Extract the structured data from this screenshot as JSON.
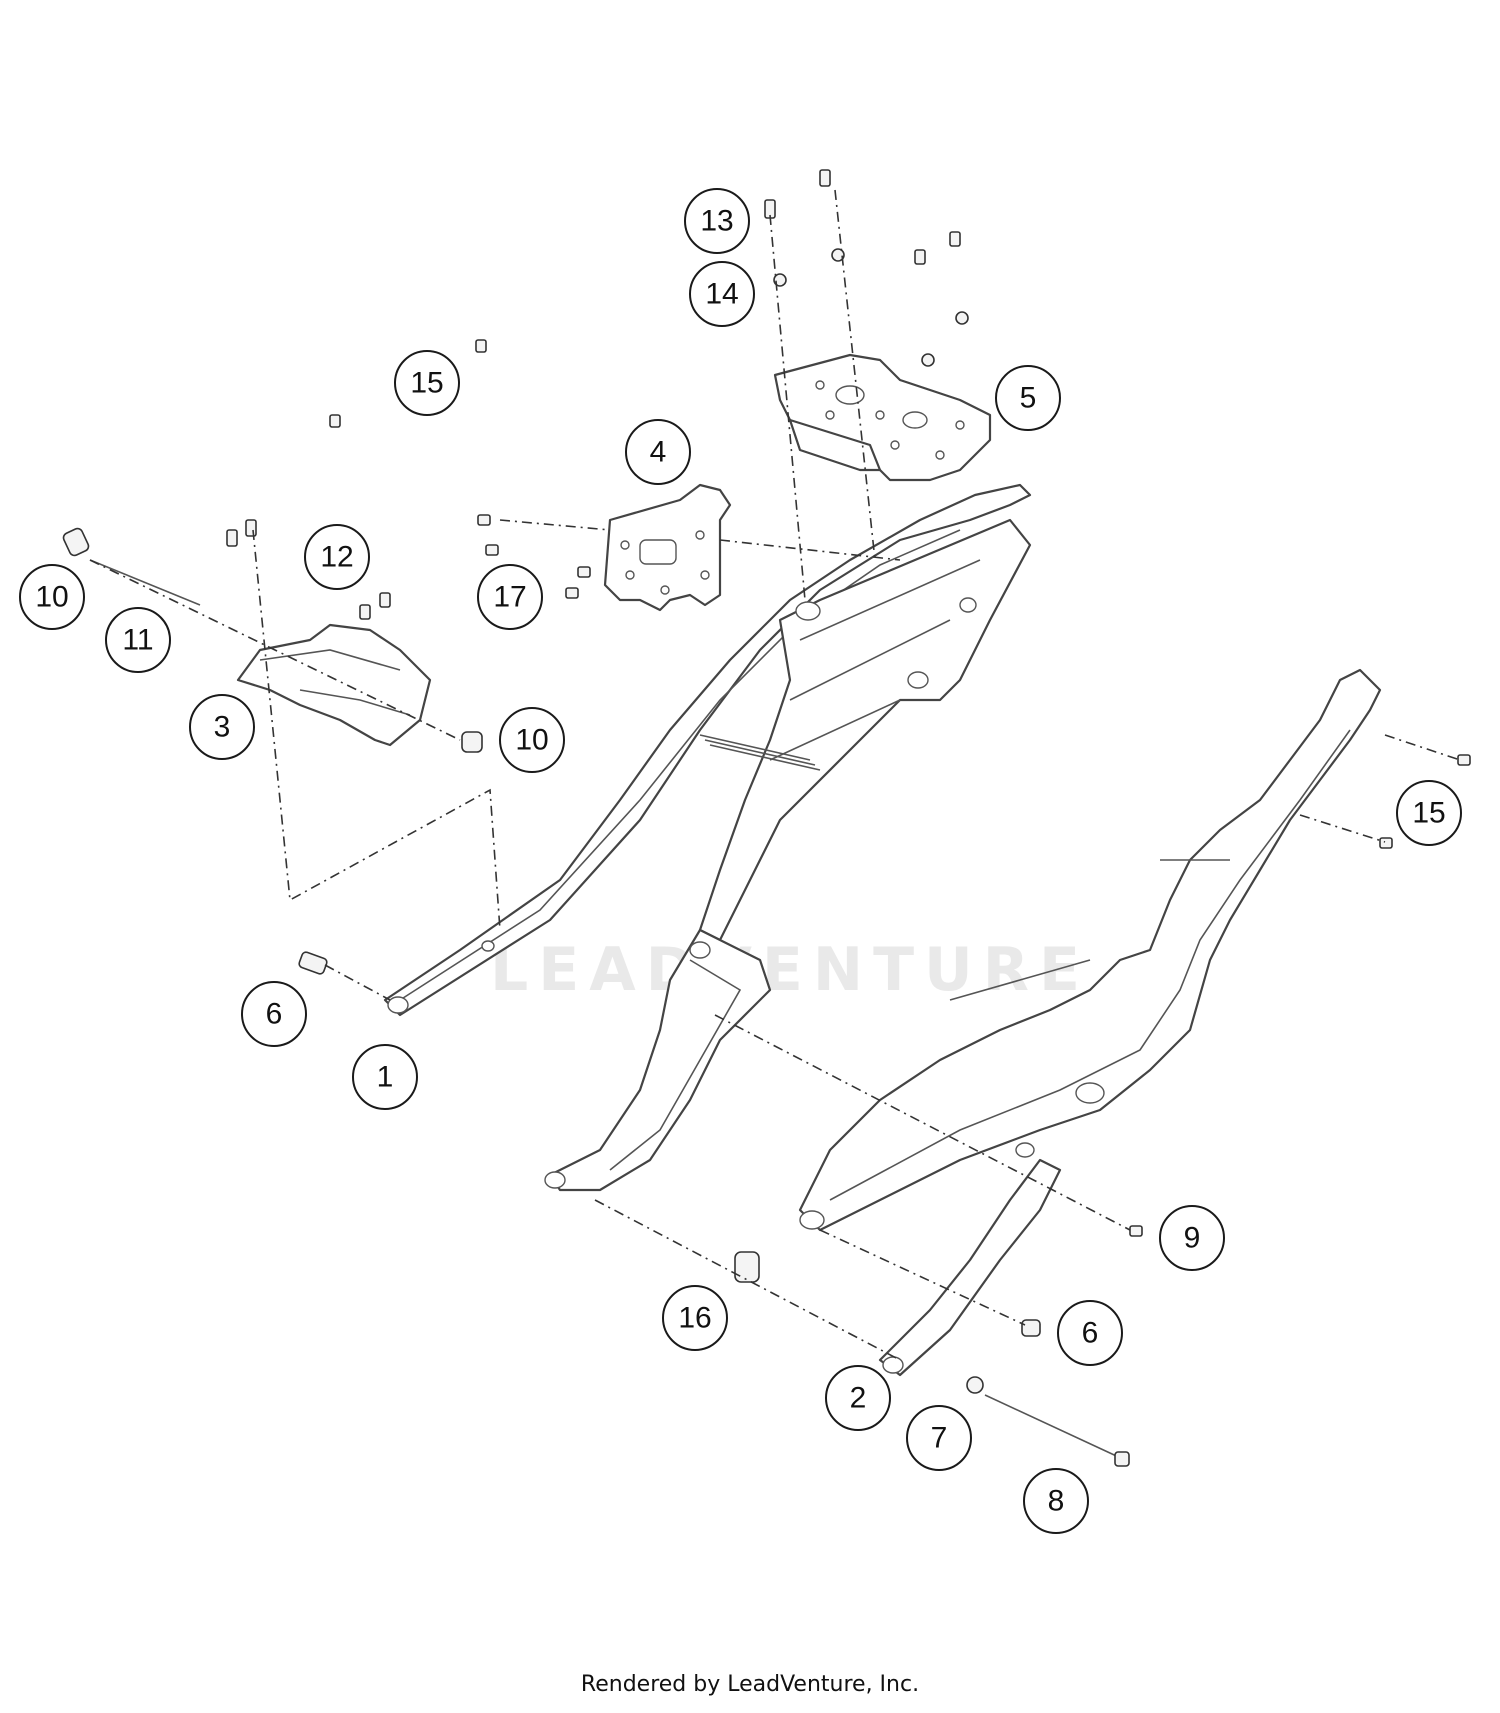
{
  "diagram": {
    "watermark": "LEADVENTURE",
    "callouts": {
      "c1": "1",
      "c2": "2",
      "c3": "3",
      "c4": "4",
      "c5": "5",
      "c6a": "6",
      "c6b": "6",
      "c7": "7",
      "c8": "8",
      "c9": "9",
      "c10a": "10",
      "c10b": "10",
      "c11": "11",
      "c12": "12",
      "c13": "13",
      "c14": "14",
      "c15a": "15",
      "c15b": "15",
      "c16": "16",
      "c17": "17"
    }
  },
  "footer": {
    "text": "Rendered by LeadVenture, Inc."
  }
}
